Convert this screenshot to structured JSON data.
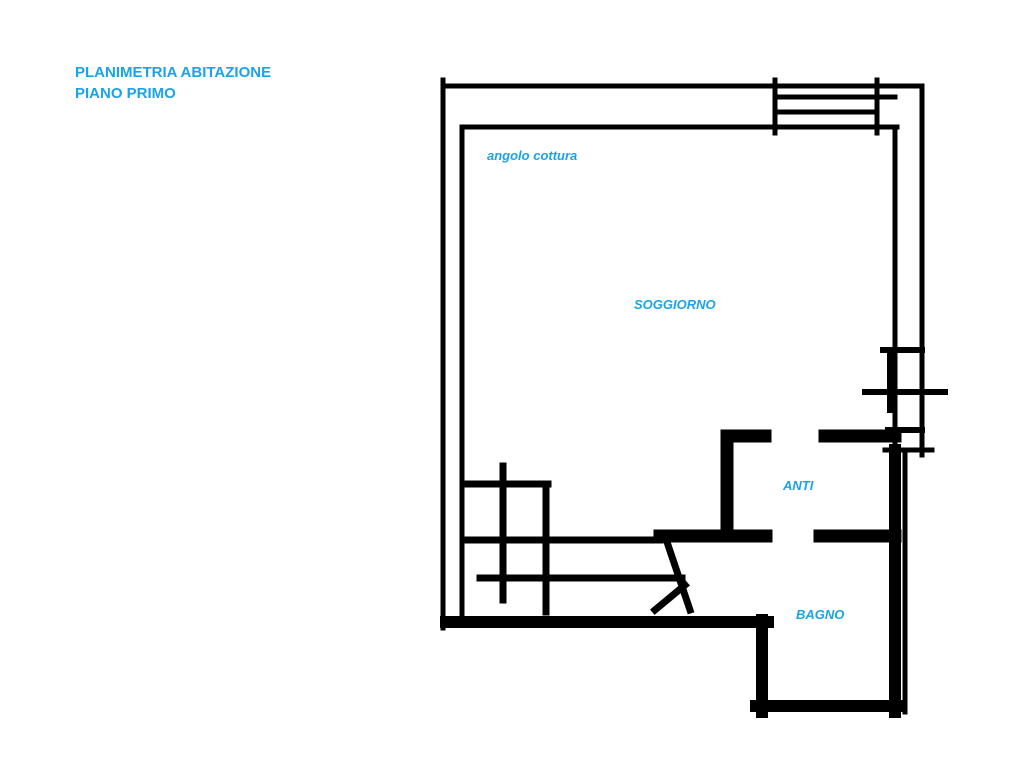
{
  "title": {
    "line1": "PLANIMETRIA ABITAZIONE",
    "line2": "PIANO PRIMO"
  },
  "rooms": {
    "kitchen": "angolo cottura",
    "living": "SOGGIORNO",
    "anteroom": "ANTI",
    "bathroom": "BAGNO"
  },
  "colors": {
    "label": "#1aa3e8",
    "wall": "#000000"
  }
}
